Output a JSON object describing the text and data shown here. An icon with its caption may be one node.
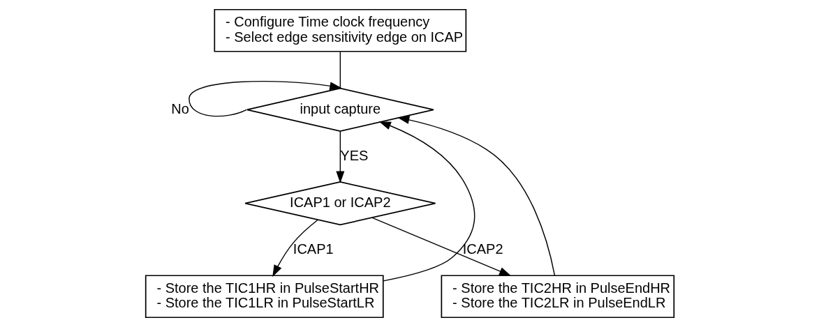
{
  "diagram": {
    "nodes": [
      {
        "text": [
          "- Configure Time clock frequency",
          "- Select edge sensitivity edge on ICAP"
        ]
      },
      {
        "text": [
          "input capture"
        ]
      },
      {
        "text": [
          "ICAP1 or ICAP2"
        ]
      },
      {
        "text": [
          "- Store the TIC1HR in PulseStartHR",
          "- Store the TIC1LR in PulseStartLR"
        ]
      },
      {
        "text": [
          "- Store the TIC2HR in PulseEndHR",
          "- Store the TIC2LR in PulseEndLR"
        ]
      }
    ],
    "edges": [
      {
        "from": 0,
        "to": 1,
        "arrow": "none"
      },
      {
        "from": 1,
        "to": 1,
        "arrow": "to",
        "label": "No"
      },
      {
        "from": 1,
        "to": 2,
        "arrow": "to",
        "label": "YES"
      },
      {
        "from": 2,
        "to": 3,
        "arrow": "to",
        "label": "ICAP1"
      },
      {
        "from": 2,
        "to": 4,
        "arrow": "to",
        "label": "ICAP2"
      },
      {
        "from": 3,
        "to": 1,
        "arrow": "to"
      },
      {
        "from": 4,
        "to": 1,
        "arrow": "to"
      }
    ]
  }
}
